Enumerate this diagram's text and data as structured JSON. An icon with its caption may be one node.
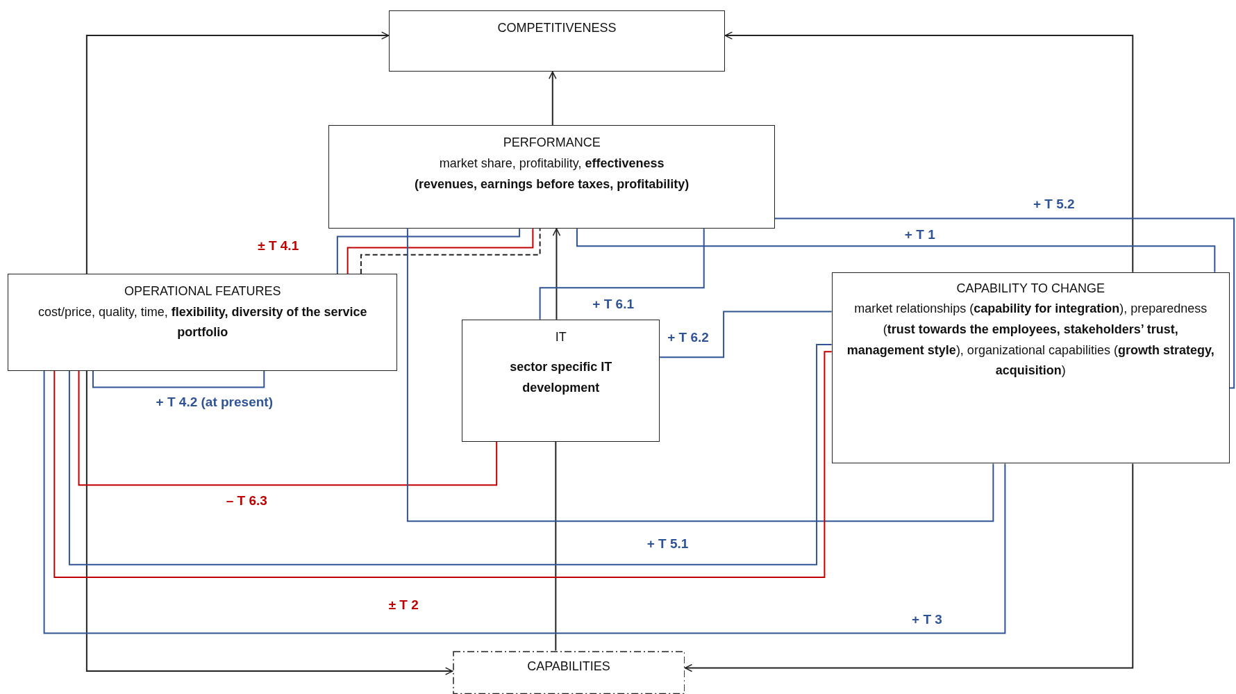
{
  "diagram": {
    "nodes": [
      {
        "text": [
          "COMPETITIVENESS"
        ]
      },
      {
        "text": [
          "PERFORMANCE",
          "market share, profitability, **effectiveness (revenues, earnings before taxes, profitability)**"
        ]
      },
      {
        "text": [
          "OPERATIONAL FEATURES",
          "cost/price, quality, time, **flexibility, diversity of the service portfolio**"
        ]
      },
      {
        "text": [
          "IT",
          "sector specific IT development"
        ]
      },
      {
        "text": [
          "CAPABILITY TO CHANGE",
          "market relationships (**capability for integration**), preparedness (**trust towards the employees, stakeholders’ trust, management style**), organizational capabilities (**growth strategy, acquisition**)"
        ]
      },
      {
        "text": [
          "CAPABILITIES"
        ]
      }
    ],
    "edges": [
      {
        "from": 2,
        "to": 0,
        "arrow": "to",
        "color": "#222222"
      },
      {
        "from": 4,
        "to": 0,
        "arrow": "to",
        "color": "#222222"
      },
      {
        "from": 1,
        "to": 0,
        "arrow": "to",
        "color": "#222222"
      },
      {
        "from": 3,
        "to": 1,
        "arrow": "to",
        "color": "#222222"
      },
      {
        "from": 2,
        "to": 5,
        "arrow": "to",
        "color": "#222222"
      },
      {
        "from": 4,
        "to": 5,
        "arrow": "to",
        "color": "#222222"
      },
      {
        "from": 3,
        "to": 5,
        "arrow": "none",
        "color": "#222222"
      },
      {
        "from": 2,
        "to": 1,
        "arrow": "none",
        "color": "#2f5496"
      },
      {
        "from": 2,
        "to": 1,
        "arrow": "none",
        "color": "#c00000",
        "label": "± T 4.1"
      },
      {
        "from": 2,
        "to": 1,
        "arrow": "none",
        "color": "#222222",
        "style": "dashed"
      },
      {
        "from": 2,
        "to": 2,
        "arrow": "none",
        "color": "#2f5496",
        "label": "+ T 4.2 (at present)"
      },
      {
        "from": 3,
        "to": 1,
        "arrow": "none",
        "color": "#2f5496",
        "label": "+ T 6.1"
      },
      {
        "from": 3,
        "to": 4,
        "arrow": "none",
        "color": "#2f5496",
        "label": "+ T 6.2"
      },
      {
        "from": 1,
        "to": 4,
        "arrow": "none",
        "color": "#2f5496",
        "label": "+ T 5.2"
      },
      {
        "from": 1,
        "to": 4,
        "arrow": "none",
        "color": "#2f5496",
        "label": "+ T 1"
      },
      {
        "from": 3,
        "to": 2,
        "arrow": "none",
        "color": "#c00000",
        "label": "– T 6.3"
      },
      {
        "from": 1,
        "to": 4,
        "arrow": "none",
        "color": "#2f5496",
        "label": "+ T 5.1"
      },
      {
        "from": 2,
        "to": 4,
        "arrow": "none",
        "color": "#2f5496"
      },
      {
        "from": 2,
        "to": 4,
        "arrow": "none",
        "color": "#c00000",
        "label": "± T 2"
      },
      {
        "from": 2,
        "to": 4,
        "arrow": "none",
        "color": "#2f5496",
        "label": "+ T 3"
      }
    ]
  }
}
